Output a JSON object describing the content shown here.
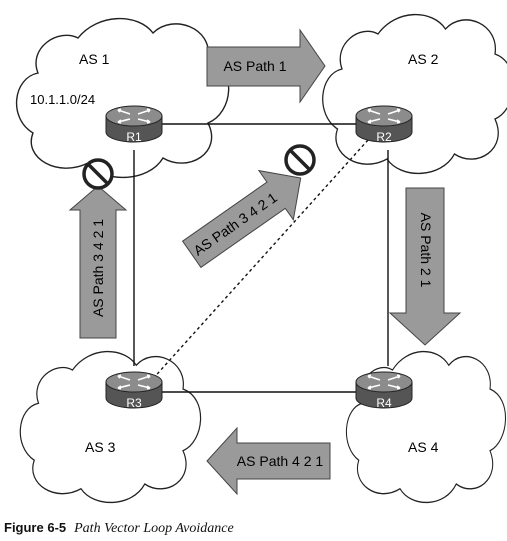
{
  "diagram": {
    "as_labels": {
      "as1": "AS 1",
      "as2": "AS 2",
      "as3": "AS 3",
      "as4": "AS 4"
    },
    "prefix": "10.1.1.0/24",
    "routers": {
      "r1": "R1",
      "r2": "R2",
      "r3": "R3",
      "r4": "R4"
    },
    "arrows": {
      "top": "AS Path 1",
      "right": "AS Path 2 1",
      "bottom": "AS Path 4 2 1",
      "left": "AS Path 3 4 2 1",
      "diagonal": "AS Path 3 4 2 1"
    },
    "colors": {
      "arrow_fill": "#9a9a9a",
      "router_body": "#6b6b6b",
      "router_top": "#8c8c8c"
    },
    "icons": {
      "blocked": "prohibited-icon",
      "router": "router-icon",
      "cloud": "cloud-icon"
    }
  },
  "caption": {
    "figure_label": "Figure 6-5",
    "title": "Path Vector Loop Avoidance"
  }
}
